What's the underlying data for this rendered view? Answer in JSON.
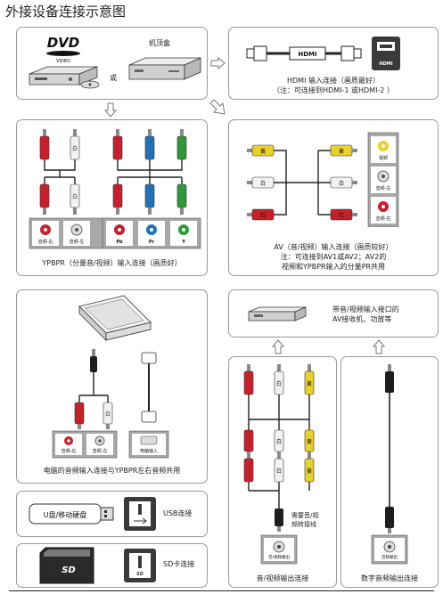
{
  "page_title": "外接设备连接示意图",
  "sections": {
    "source": {
      "dvd_logo": "DVD",
      "dvd_video": "VIDEO",
      "or": "或",
      "stb_label": "机顶盒"
    },
    "hdmi": {
      "cable_text": "HDMI",
      "port_text": "HDMI",
      "line1": "HDMI 输入连接（画质最好）",
      "line2": "（注：可连接到HDMI-1 或HDMI-2 ）"
    },
    "ypbpr": {
      "plug_white": "白",
      "ports": [
        "音频-右",
        "音频-左",
        "Pb",
        "Pr",
        "Y"
      ],
      "caption": "YPBPR（分量音/视频）输入连接（画质好）"
    },
    "av": {
      "yellow": "黄",
      "white": "白",
      "red": "红",
      "ports": [
        "视频",
        "音频-左",
        "音频-右"
      ],
      "line1": "AV（音/视频）输入连接（画质较好）",
      "line2": "注：可连接到AV1或AV2；AV2的",
      "line3": "视频和YPBPR输入的分量PR共用"
    },
    "pc": {
      "plug_white": "白",
      "ports": [
        "音频-右",
        "音频-左",
        "电脑输入"
      ],
      "caption": "电脑的音频输入连接与YPBPR左右音频共用"
    },
    "receiver": {
      "line1": "带音/视频输入接口的",
      "line2": "AV接收机、功放等"
    },
    "av_out": {
      "white": "白",
      "yellow": "黄",
      "note1": "需要音/视",
      "note2": "频转接线",
      "port_label": "音/视频输出",
      "caption": "音/视频输出连接"
    },
    "digital": {
      "port_label": "音频输出",
      "caption": "数字音频输出连接"
    },
    "usb": {
      "drive_label": "U盘/移动硬盘",
      "caption": "USB连接"
    },
    "sd": {
      "card_label": "SD",
      "caption": "SD卡连接"
    }
  },
  "colors": {
    "red": "#c8202a",
    "white": "#f2f2f2",
    "yellow": "#e8d12a",
    "blue": "#1f74b8",
    "green": "#2e9a3c",
    "black": "#1e1e1e"
  }
}
